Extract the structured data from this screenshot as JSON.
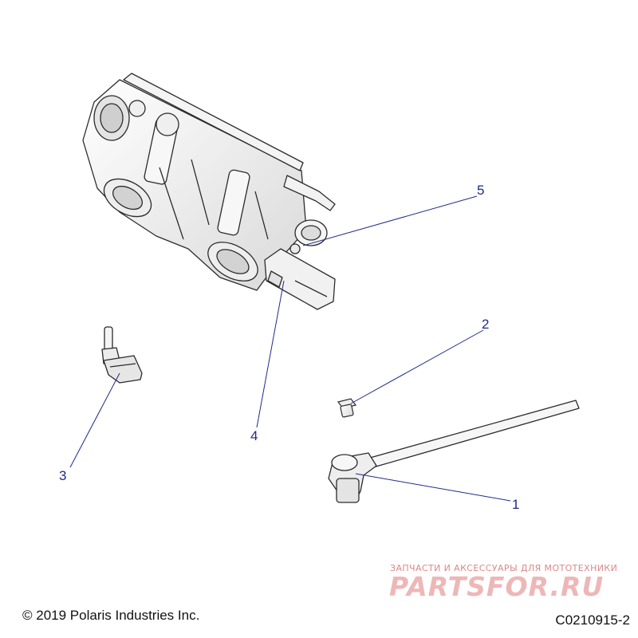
{
  "callouts": {
    "c1": "1",
    "c2": "2",
    "c3": "3",
    "c4": "4",
    "c5": "5"
  },
  "footer": {
    "copyright": "© 2019 Polaris Industries Inc.",
    "doc_id": "C0210915-2"
  },
  "watermark": {
    "tagline": "ЗАПЧАСТИ И АКСЕССУАРЫ ДЛЯ МОТОТЕХНИКИ",
    "brand": "PARTSFOR.RU"
  },
  "colors": {
    "leader_line": "#1f2a8a",
    "part_stroke": "#2b2b2b",
    "watermark": "#d06060"
  }
}
